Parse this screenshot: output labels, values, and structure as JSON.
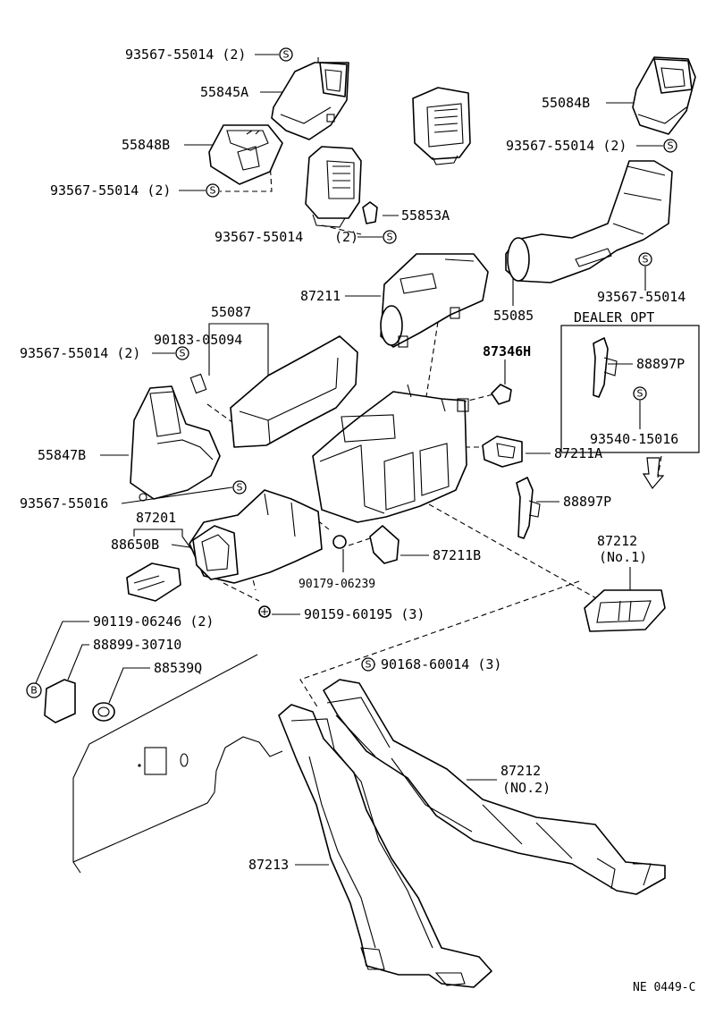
{
  "labels": {
    "p93567_55014_a": "93567-55014 (2)",
    "p55845a": "55845A",
    "p55848b": "55848B",
    "p93567_55014_b": "93567-55014 (2)",
    "p93567_55014_c": "93567-55014",
    "p2_c": "(2)",
    "p55853a": "55853A",
    "p55084b": "55084B",
    "p93567_55014_d": "93567-55014 (2)",
    "p93567_55014_e": "93567-55014",
    "p55085": "55085",
    "p87211": "87211",
    "p55087": "55087",
    "p90183_05094": "90183-05094",
    "p93567_55014_f": "93567-55014 (2)",
    "p55847b": "55847B",
    "p93567_55016": "93567-55016",
    "p87201": "87201",
    "p88650b": "88650B",
    "p90179_06239": "90179-06239",
    "p87346h": "87346H",
    "p88897p_a": "88897P",
    "p93540_15016": "93540-15016",
    "p87211a": "87211A",
    "p88897p_b": "88897P",
    "p87211b": "87211B",
    "p87212_no1": "87212",
    "p87212_no1_sub": "(No.1)",
    "p90159_60195": "90159-60195 (3)",
    "p90119_06246": "90119-06246 (2)",
    "p88899_30710": "88899-30710",
    "p88539q": "88539Q",
    "p90168_60014": "90168-60014 (3)",
    "p87212_no2": "87212",
    "p87212_no2_sub": "(NO.2)",
    "p87213": "87213",
    "dealer_opt": "DEALER OPT",
    "code": "NE 0449-C"
  },
  "symbols": {
    "s": "S",
    "b": "B"
  }
}
